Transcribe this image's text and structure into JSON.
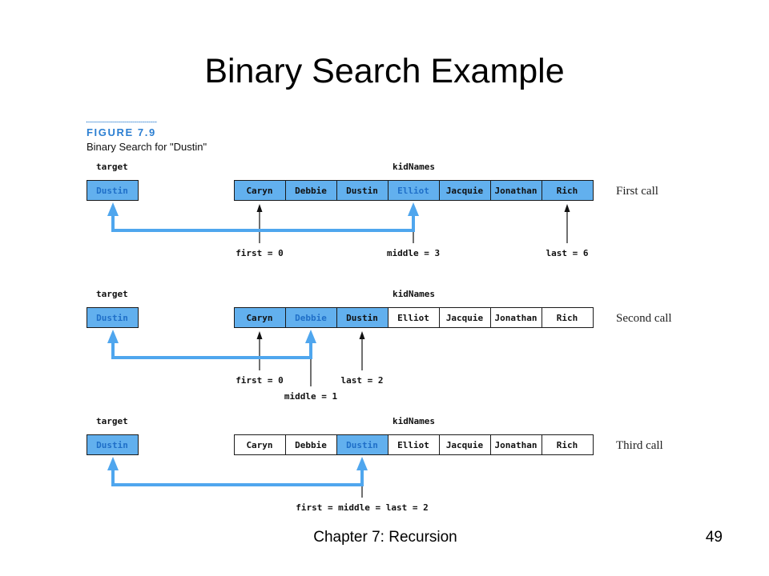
{
  "slide": {
    "title": "Binary Search Example",
    "footer": "Chapter 7: Recursion",
    "page_number": "49"
  },
  "figure": {
    "label": "FIGURE 7.9",
    "caption": "Binary Search for \"Dustin\"",
    "target": {
      "label": "target",
      "value": "Dustin"
    },
    "array": {
      "label": "kidNames",
      "values": [
        "Caryn",
        "Debbie",
        "Dustin",
        "Elliot",
        "Jacquie",
        "Jonathan",
        "Rich"
      ]
    },
    "calls": [
      {
        "label": "First call",
        "first": 0,
        "middle": 3,
        "last": 6,
        "pointers": [
          {
            "text": "first = 0",
            "index": 0
          },
          {
            "text": "middle = 3",
            "index": 3
          },
          {
            "text": "last = 6",
            "index": 6
          }
        ]
      },
      {
        "label": "Second call",
        "first": 0,
        "middle": 1,
        "last": 2,
        "pointers": [
          {
            "text": "first = 0",
            "index": 0
          },
          {
            "text": "middle = 1",
            "index": 1
          },
          {
            "text": "last = 2",
            "index": 2
          }
        ]
      },
      {
        "label": "Third call",
        "first": 2,
        "middle": 2,
        "last": 2,
        "pointers": [
          {
            "text": "first = middle = last = 2",
            "index": 2
          }
        ]
      }
    ]
  },
  "colors": {
    "search_range_fill": "#62b0ee",
    "highlight_text": "#1f6fc8",
    "comparison_arrow": "#4fa6ee",
    "figure_label": "#2c7fd2"
  }
}
